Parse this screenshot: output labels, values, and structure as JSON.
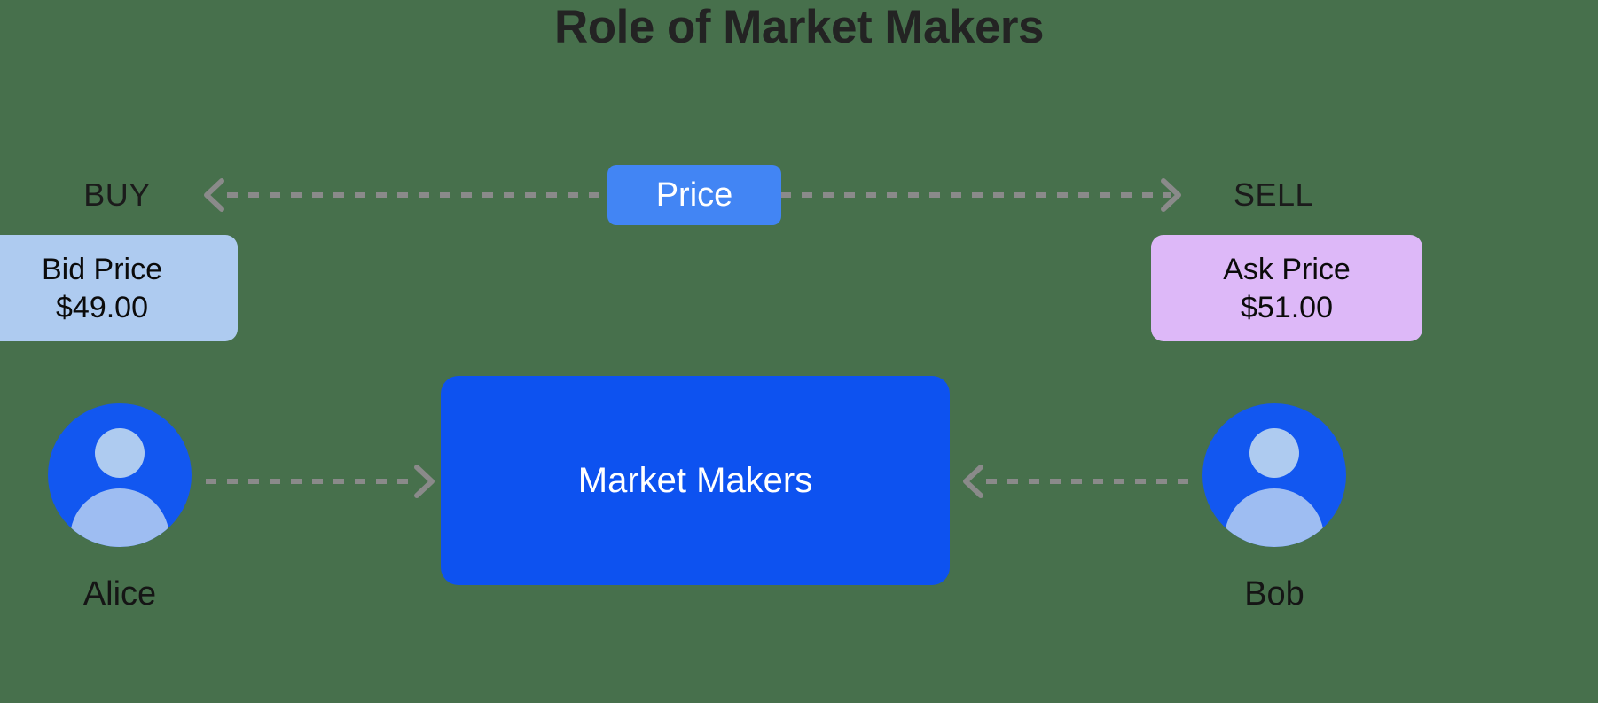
{
  "title": "Role of Market Makers",
  "flow": {
    "left_side_label": "BUY",
    "right_side_label": "SELL",
    "price_chip_label": "Price"
  },
  "cards": {
    "bid": {
      "label": "Bid Price",
      "value": "$49.00",
      "color": "#aecbf0"
    },
    "ask": {
      "label": "Ask Price",
      "value": "$51.00",
      "color": "#ddb8f8"
    }
  },
  "participants": {
    "left": {
      "name": "Alice",
      "avatar_icon": "person-avatar-icon"
    },
    "right": {
      "name": "Bob",
      "avatar_icon": "person-avatar-icon"
    }
  },
  "center": {
    "label": "Market Makers",
    "color": "#0d52f0"
  },
  "connectors": {
    "price_to_buy": {
      "icon": "arrow-left-icon",
      "style": "dashed"
    },
    "price_to_sell": {
      "icon": "arrow-right-icon",
      "style": "dashed"
    },
    "alice_to_market_makers": {
      "icon": "arrow-right-icon",
      "style": "dashed"
    },
    "bob_to_market_makers": {
      "icon": "arrow-left-icon",
      "style": "dashed"
    }
  },
  "colors": {
    "background": "#47704c",
    "price_chip": "#4285f4",
    "avatar": "#1257f0",
    "avatar_light": "#aecbf0",
    "connector": "#8a8a8a",
    "text_dark": "#1b1b1b"
  }
}
